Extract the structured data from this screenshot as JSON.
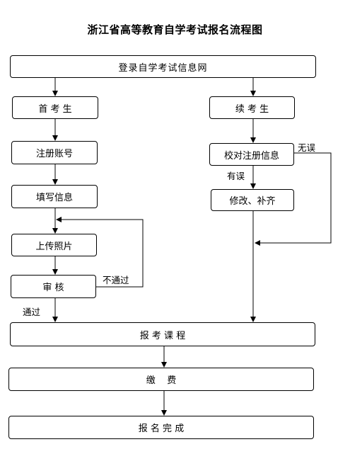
{
  "title": "浙江省高等教育自学考试报名流程图",
  "steps": {
    "login": "登录自学考试信息网",
    "first_time": "首 考 生",
    "register": "注册账号",
    "fill_info": "填写信息",
    "upload_photo": "上传照片",
    "review": "审 核",
    "continuing": "续 考 生",
    "verify": "校对注册信息",
    "fix": "修改、补齐",
    "apply_courses": "报 考 课 程",
    "pay": "缴    费",
    "done": "报 名 完 成"
  },
  "edge_labels": {
    "failed": "不通过",
    "passed": "通过",
    "no_error": "无误",
    "has_error": "有误"
  }
}
